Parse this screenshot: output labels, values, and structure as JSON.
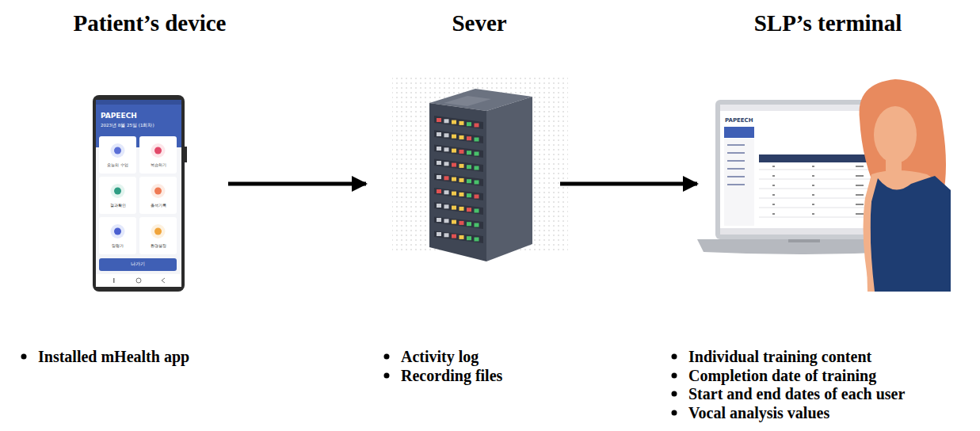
{
  "diagram": {
    "nodes": [
      {
        "text": [
          "Patient’s device",
          "Installed mHealth app"
        ]
      },
      {
        "text": [
          "Sever",
          "Activity log",
          "Recording files"
        ]
      },
      {
        "text": [
          "SLP’s terminal",
          "Individual training content",
          "Completion date of training",
          "Start and end dates of each user",
          "Vocal analysis values"
        ]
      }
    ],
    "edges": [
      {
        "from": 0,
        "to": 1,
        "arrow": "to"
      },
      {
        "from": 1,
        "to": 2,
        "arrow": "to"
      }
    ],
    "labels": [
      "PAPEECH",
      "2023년 8월 25일 (1회차)",
      "오늘의 수업",
      "복습하기",
      "결과확인",
      "출석기록",
      "말평가",
      "환경설정",
      "나가기",
      "PAPEECH"
    ]
  }
}
